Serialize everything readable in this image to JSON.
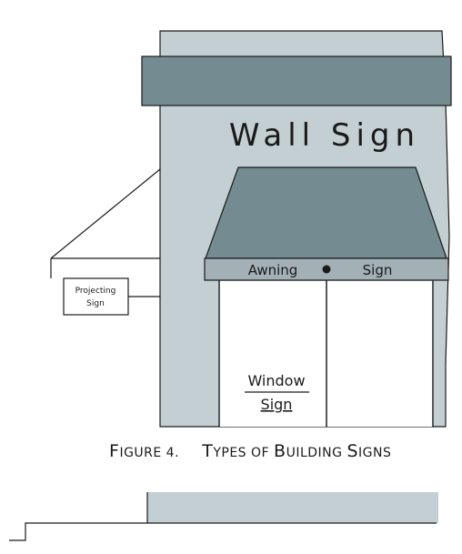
{
  "wall_sign": {
    "text": "Wall Sign"
  },
  "awning_sign": {
    "left": "Awning",
    "right": "Sign"
  },
  "projecting_sign": {
    "line1": "Projecting",
    "line2": "Sign"
  },
  "window_sign": {
    "line1": "Window",
    "line2": "Sign"
  },
  "caption": {
    "figure_label": "Figure 4.",
    "title": "Types of Building Signs"
  },
  "colors": {
    "wall": "#c4cfd3",
    "band": "#748b91",
    "outline": "#1a1a1a"
  }
}
